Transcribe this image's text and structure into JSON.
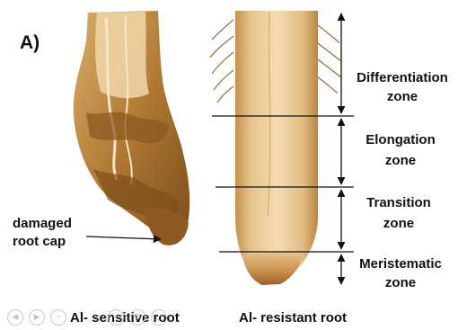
{
  "panel_label": "A)",
  "left_root": {
    "annotation_line1": "damaged",
    "annotation_line2": "root cap",
    "caption": "Al- sensitive root"
  },
  "right_root": {
    "caption": "Al- resistant root",
    "zones": [
      {
        "line1": "Differentiation",
        "line2": "zone"
      },
      {
        "line1": "Elongation",
        "line2": "zone"
      },
      {
        "line1": "Transition",
        "line2": "zone"
      },
      {
        "line1": "Meristematic",
        "line2": "zone"
      }
    ]
  },
  "player_controls": [
    {
      "icon": "previous-icon",
      "glyph": "◀"
    },
    {
      "icon": "next-icon",
      "glyph": "▶"
    },
    {
      "icon": "zoom-out-icon",
      "glyph": "−"
    },
    {
      "icon": "zoom-in-icon",
      "glyph": "+"
    },
    {
      "icon": "settings-icon",
      "glyph": "⚙"
    },
    {
      "icon": "fullscreen-icon",
      "glyph": "⤢"
    }
  ],
  "colors": {
    "root_fill": "#e3bd85",
    "root_light": "#f1d8ae",
    "root_dark": "#a6732f",
    "root_tip": "#9a6128",
    "ink": "#111111"
  }
}
